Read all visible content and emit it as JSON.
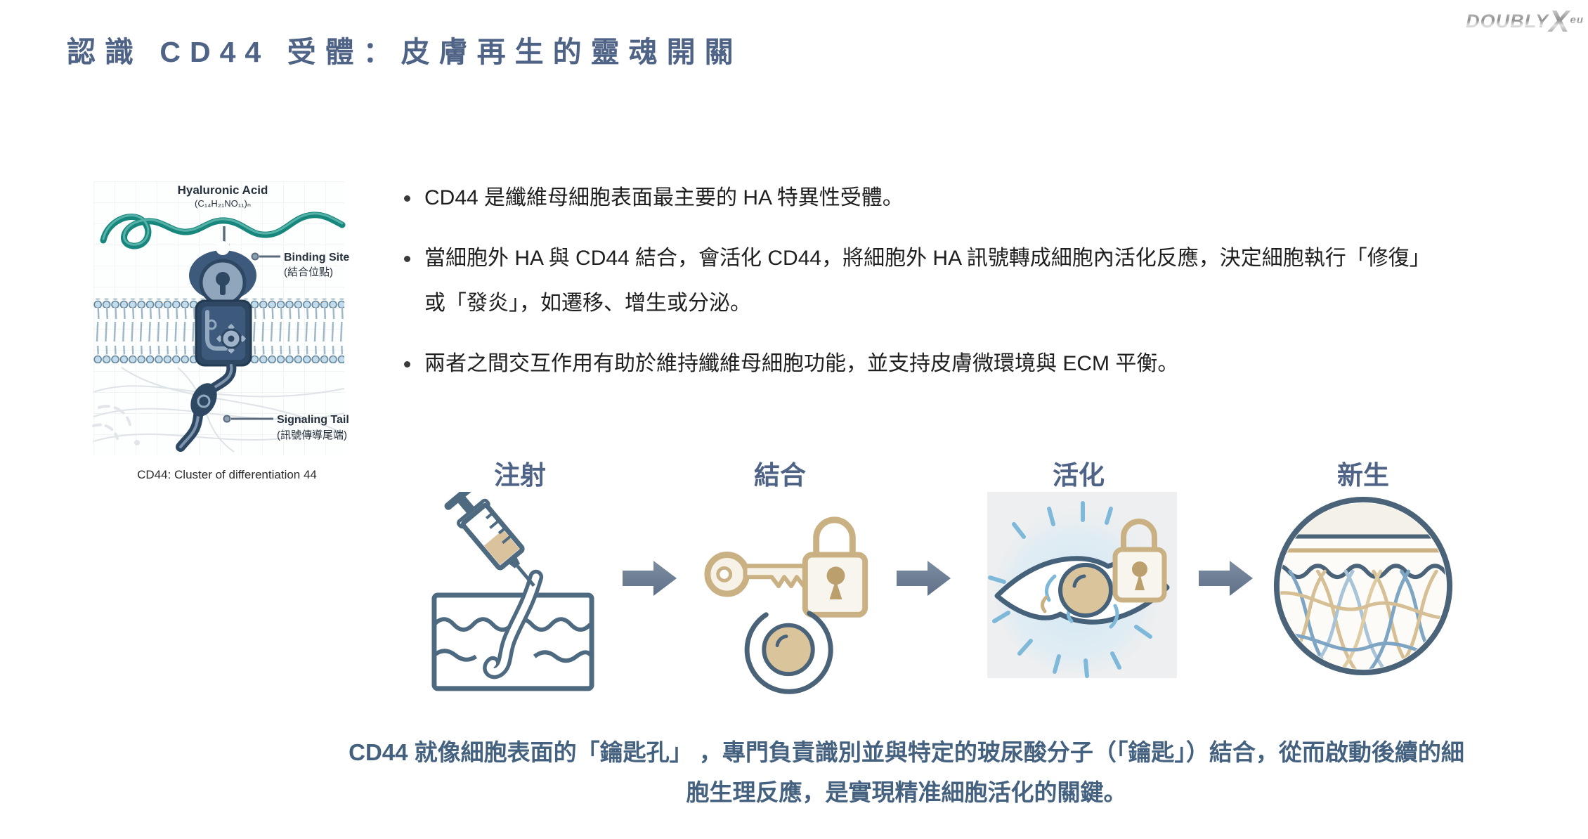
{
  "logo": {
    "text": "DOUBLY",
    "x": "X",
    "suffix": "eu"
  },
  "title": "認識 CD44 受體：皮膚再生的靈魂開關",
  "figure": {
    "labels": {
      "ha_title": "Hyaluronic Acid",
      "ha_formula": "(C₁₄H₂₁NO₁₁)ₙ",
      "binding_site_en": "Binding Site",
      "binding_site_zh": "(結合位點)",
      "signaling_tail_en": "Signaling Tail",
      "signaling_tail_zh": "(訊號傳導尾端)"
    },
    "caption": "CD44: Cluster of differentiation 44"
  },
  "bullets": [
    "CD44 是纖維母細胞表面最主要的 HA 特異性受體。",
    "當細胞外 HA 與 CD44 結合，會活化 CD44，將細胞外 HA 訊號轉成細胞內活化反應，決定細胞執行「修復」或「發炎」，如遷移、增生或分泌。",
    "兩者之間交互作用有助於維持纖維母細胞功能，並支持皮膚微環境與 ECM 平衡。"
  ],
  "process": {
    "steps": [
      {
        "label": "注射"
      },
      {
        "label": "結合"
      },
      {
        "label": "活化"
      },
      {
        "label": "新生"
      }
    ]
  },
  "summary": "CD44 就像細胞表面的「鑰匙孔」 ，專門負責識別並與特定的玻尿酸分子（「鑰匙」）結合，從而啟動後續的細胞生理反應，是實現精准細胞活化的關鍵。",
  "colors": {
    "accent_slate": "#4e6385",
    "summary_blue": "#44617f",
    "teal_ha": "#17867c",
    "tan_gold": "#c9b183",
    "navy_receptor": "#2e4763",
    "arrow_gray": "#6e7e92",
    "membrane_blue": "#c3dbea"
  }
}
